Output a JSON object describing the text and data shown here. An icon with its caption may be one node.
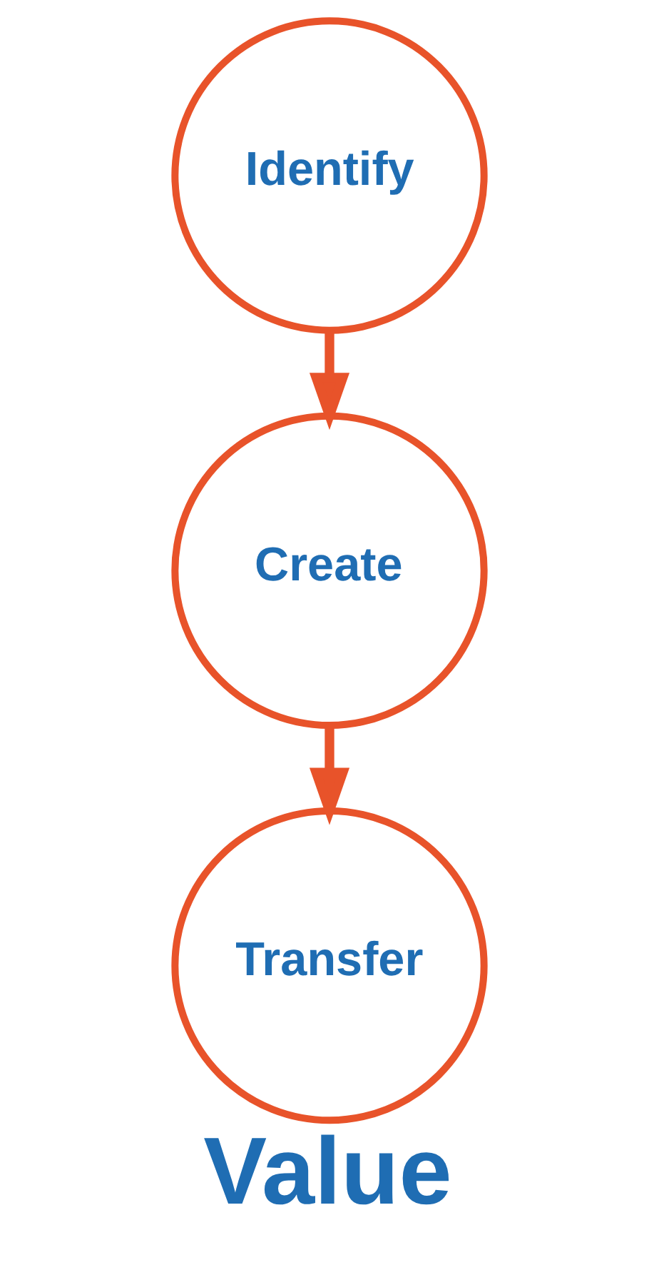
{
  "diagram": {
    "caption": "Value",
    "nodes": [
      {
        "text": [
          "Identify"
        ]
      },
      {
        "text": [
          "Create"
        ]
      },
      {
        "text": [
          "Transfer"
        ]
      }
    ],
    "edges": [
      {
        "from": 0,
        "to": 1,
        "arrow": "to"
      },
      {
        "from": 1,
        "to": 2,
        "arrow": "to"
      }
    ]
  }
}
